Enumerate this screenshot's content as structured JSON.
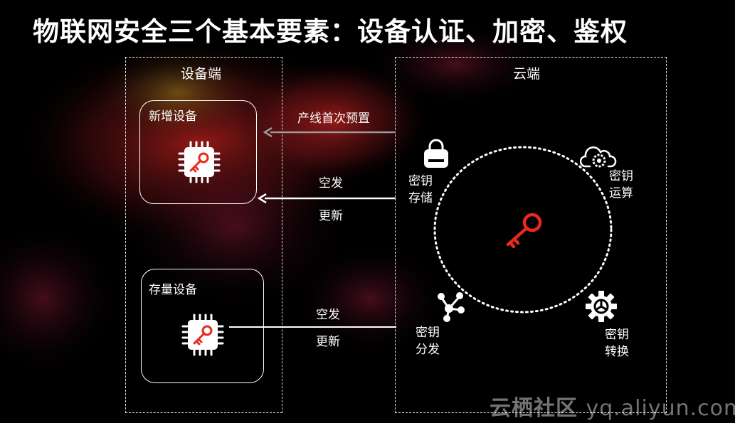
{
  "title": "物联网安全三个基本要素：设备认证、加密、鉴权",
  "device_panel": {
    "label": "设备端",
    "new_device_label": "新增设备",
    "existing_device_label": "存量设备"
  },
  "cloud_panel": {
    "label": "云端",
    "services": {
      "storage": [
        "密钥",
        "存储"
      ],
      "compute": [
        "密钥",
        "运算"
      ],
      "distribute": [
        "密钥",
        "分发"
      ],
      "convert": [
        "密钥",
        "转换"
      ]
    }
  },
  "arrows": {
    "preset_label": "产线首次预置",
    "ota1_top": "空发",
    "ota1_bottom": "更新",
    "ota2_top": "空发",
    "ota2_bottom": "更新"
  },
  "watermark": {
    "brand": "云栖社区",
    "url": "yq.aliyun.com"
  },
  "colors": {
    "key_red": "#e8291c",
    "dashed_border": "#dddddd",
    "preset_arrow": "#9a9a9a"
  }
}
